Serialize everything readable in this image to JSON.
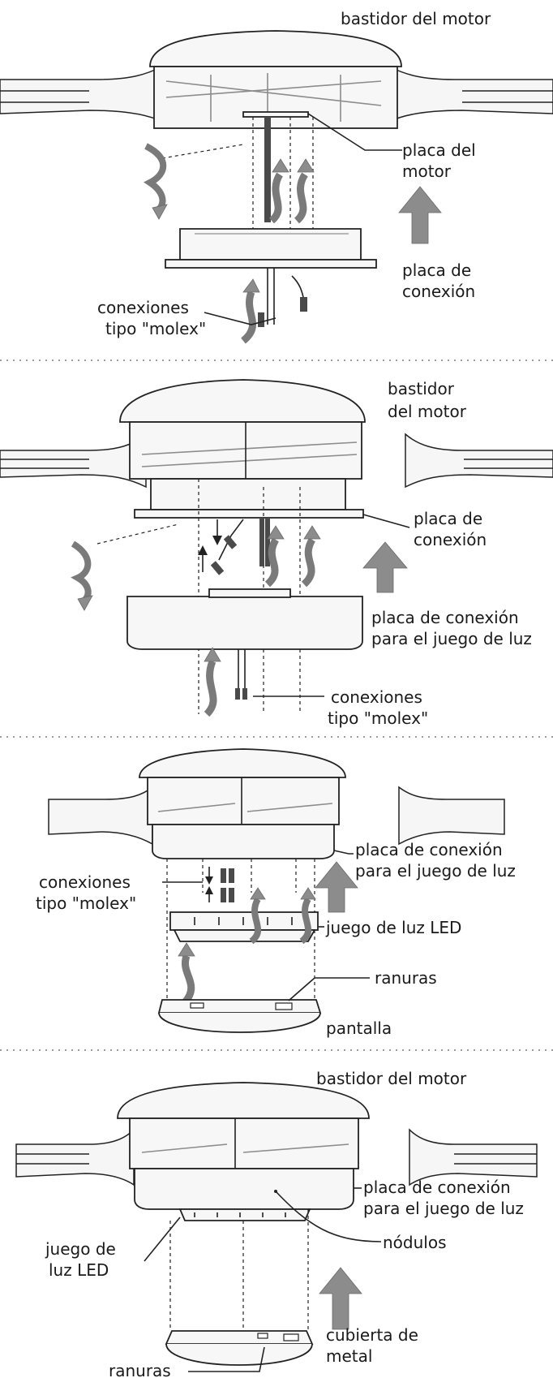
{
  "panels": [
    {
      "labels": {
        "motor_housing": "bastidor del motor",
        "motor_plate_1": "placa del",
        "motor_plate_2": "motor",
        "connection_plate_1": "placa de",
        "connection_plate_2": "conexión",
        "molex_1": "conexiones",
        "molex_2": "tipo \"molex\""
      }
    },
    {
      "labels": {
        "motor_housing_1": "bastidor",
        "motor_housing_2": "del motor",
        "connection_plate_1": "placa de",
        "connection_plate_2": "conexión",
        "light_plate_1": "placa de conexión",
        "light_plate_2": "para el juego de luz",
        "molex_1": "conexiones",
        "molex_2": "tipo \"molex\""
      }
    },
    {
      "labels": {
        "light_plate_1": "placa de conexión",
        "light_plate_2": "para el juego de luz",
        "molex_1": "conexiones",
        "molex_2": "tipo \"molex\"",
        "led_kit": "juego de luz LED",
        "slots": "ranuras",
        "shade": "pantalla"
      }
    },
    {
      "labels": {
        "motor_housing": "bastidor del motor",
        "light_plate_1": "placa de conexión",
        "light_plate_2": "para el juego de luz",
        "led_kit_1": "juego de",
        "led_kit_2": "luz LED",
        "nodules": "nódulos",
        "metal_cover_1": "cubierta de",
        "metal_cover_2": "metal",
        "slots": "ranuras"
      }
    }
  ]
}
